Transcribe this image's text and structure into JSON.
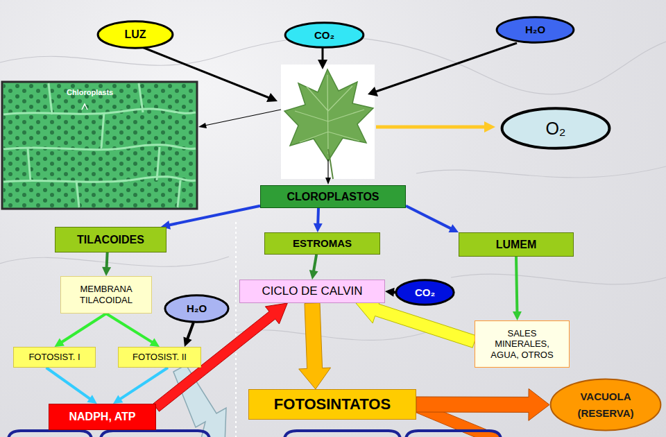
{
  "diagram": {
    "nodes": [
      {
        "text": [
          "LUZ"
        ]
      },
      {
        "text": [
          "CO₂"
        ]
      },
      {
        "text": [
          "H₂O"
        ]
      },
      {
        "text": [
          "O₂"
        ]
      },
      {
        "text": [
          "CLOROPLASTOS"
        ]
      },
      {
        "text": [
          "TILACOIDES"
        ]
      },
      {
        "text": [
          "ESTROMAS"
        ]
      },
      {
        "text": [
          "LUMEM"
        ]
      },
      {
        "text": [
          "MEMBRANA TILACOIDAL"
        ]
      },
      {
        "text": [
          "H₂O"
        ]
      },
      {
        "text": [
          "CICLO DE CALVIN"
        ]
      },
      {
        "text": [
          "CO₂"
        ]
      },
      {
        "text": [
          "SALES MINERALES, AGUA, OTROS"
        ]
      },
      {
        "text": [
          "FOTOSIST. I"
        ]
      },
      {
        "text": [
          "FOTOSIST. II"
        ]
      },
      {
        "text": [
          "NADPH, ATP"
        ]
      },
      {
        "text": [
          "FOTOSINTATOS"
        ]
      },
      {
        "text": [
          "VACUOLA (RESERVA)"
        ]
      }
    ],
    "edges": [
      {
        "from": 4,
        "to": 5,
        "arrow": "to"
      },
      {
        "from": 4,
        "to": 6,
        "arrow": "to"
      },
      {
        "from": 4,
        "to": 7,
        "arrow": "to"
      },
      {
        "from": 5,
        "to": 8,
        "arrow": "to"
      },
      {
        "from": 6,
        "to": 10,
        "arrow": "to"
      },
      {
        "from": 7,
        "to": 12,
        "arrow": "to"
      },
      {
        "from": 8,
        "to": 13,
        "arrow": "to"
      },
      {
        "from": 8,
        "to": 14,
        "arrow": "to"
      },
      {
        "from": 9,
        "to": 14,
        "arrow": "to"
      },
      {
        "from": 11,
        "to": 10,
        "arrow": "to"
      },
      {
        "from": 12,
        "to": 10,
        "arrow": "to"
      },
      {
        "from": 13,
        "to": 15,
        "arrow": "to"
      },
      {
        "from": 14,
        "to": 15,
        "arrow": "to"
      },
      {
        "from": 15,
        "to": 10,
        "arrow": "to"
      },
      {
        "from": 10,
        "to": 16,
        "arrow": "to"
      },
      {
        "from": 16,
        "to": 17,
        "arrow": "to"
      }
    ],
    "labels": [
      "Chloroplasts"
    ]
  }
}
